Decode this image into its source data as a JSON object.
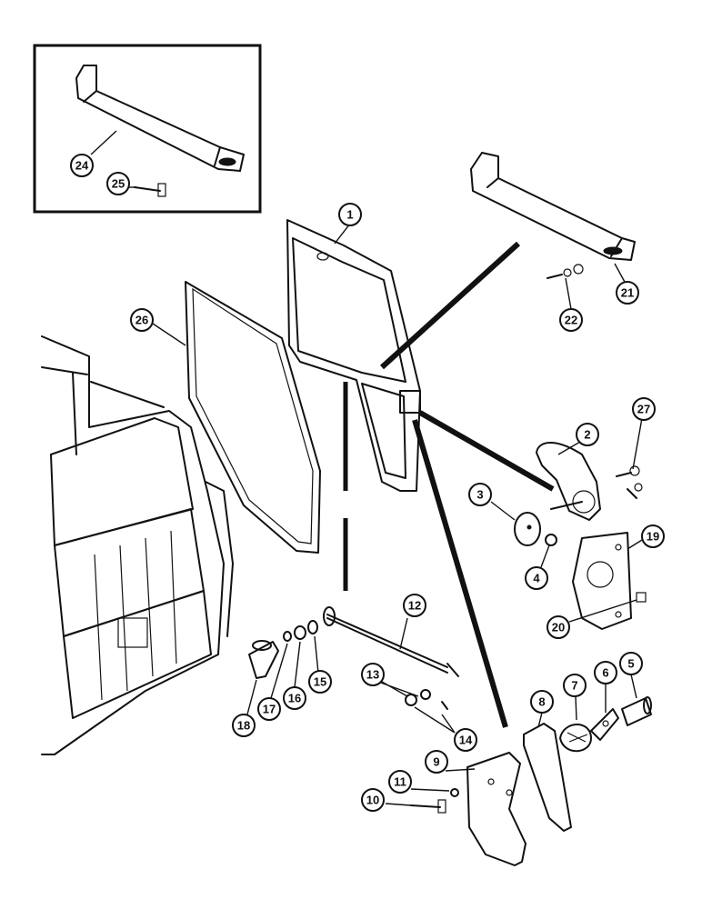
{
  "colors": {
    "ink": "#111111",
    "paper": "#ffffff"
  },
  "callouts": [
    {
      "id": "1",
      "label": "1"
    },
    {
      "id": "2",
      "label": "2"
    },
    {
      "id": "3",
      "label": "3"
    },
    {
      "id": "4",
      "label": "4"
    },
    {
      "id": "5",
      "label": "5"
    },
    {
      "id": "6",
      "label": "6"
    },
    {
      "id": "7",
      "label": "7"
    },
    {
      "id": "8",
      "label": "8"
    },
    {
      "id": "9",
      "label": "9"
    },
    {
      "id": "10",
      "label": "10"
    },
    {
      "id": "11",
      "label": "11"
    },
    {
      "id": "12",
      "label": "12"
    },
    {
      "id": "13",
      "label": "13"
    },
    {
      "id": "14",
      "label": "14"
    },
    {
      "id": "15",
      "label": "15"
    },
    {
      "id": "16",
      "label": "16"
    },
    {
      "id": "17",
      "label": "17"
    },
    {
      "id": "18",
      "label": "18"
    },
    {
      "id": "19",
      "label": "19"
    },
    {
      "id": "20",
      "label": "20"
    },
    {
      "id": "21",
      "label": "21"
    },
    {
      "id": "22",
      "label": "22"
    },
    {
      "id": "24",
      "label": "24"
    },
    {
      "id": "25",
      "label": "25"
    },
    {
      "id": "26",
      "label": "26"
    },
    {
      "id": "27",
      "label": "27"
    }
  ]
}
